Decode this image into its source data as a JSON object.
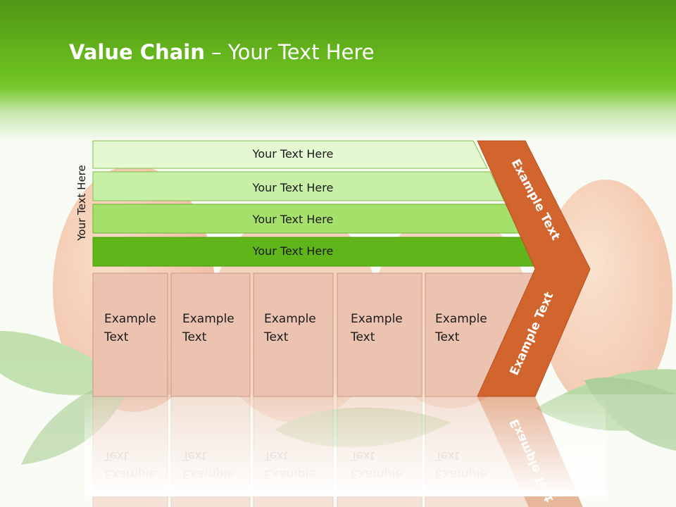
{
  "slide": {
    "title_bold": "Value Chain",
    "title_rest": " – Your Text Here",
    "side_label": "Your Text Here",
    "bars": [
      {
        "label": "Your Text Here",
        "color": "#e4f8d2"
      },
      {
        "label": "Your Text Here",
        "color": "#c8efa6"
      },
      {
        "label": "Your Text Here",
        "color": "#a4e06a"
      },
      {
        "label": "Your Text Here",
        "color": "#5fb51a"
      }
    ],
    "boxes": [
      {
        "line1": "Example",
        "line2": "Text"
      },
      {
        "line1": "Example",
        "line2": "Text"
      },
      {
        "line1": "Example",
        "line2": "Text"
      },
      {
        "line1": "Example",
        "line2": "Text"
      },
      {
        "line1": "Example",
        "line2": "Text"
      }
    ],
    "chevron": {
      "upper_text": "Example Text",
      "lower_text": "Example Text",
      "color": "#d2642e"
    },
    "colors": {
      "header_green": "#6cc01f",
      "box_fill": "#ecc3b0",
      "box_stroke": "#c99a86"
    }
  }
}
